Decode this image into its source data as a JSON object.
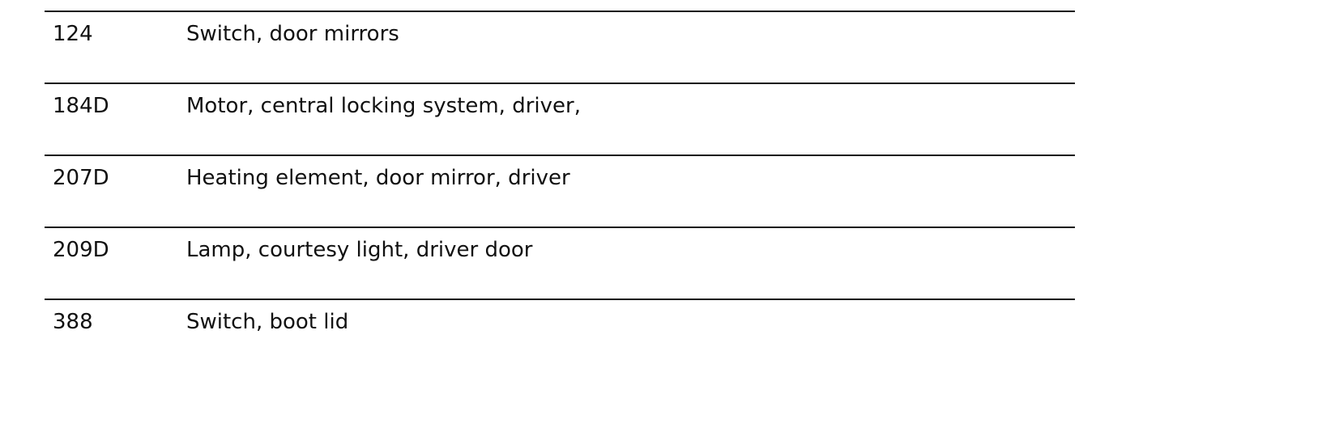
{
  "components": [
    {
      "code": "124",
      "description": "Switch, door mirrors"
    },
    {
      "code": "184D",
      "description": "Motor, central locking system, driver,"
    },
    {
      "code": "207D",
      "description": "Heating element, door mirror, driver"
    },
    {
      "code": "209D",
      "description": "Lamp, courtesy light, driver door"
    },
    {
      "code": "388",
      "description": "Switch, boot lid"
    }
  ]
}
